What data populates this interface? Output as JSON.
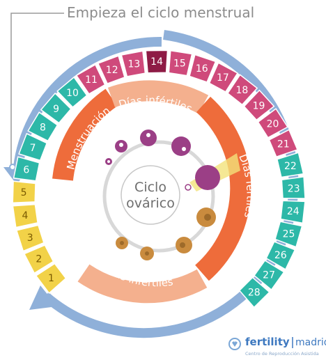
{
  "header": {
    "title": "Empieza el ciclo menstrual"
  },
  "days": [
    "1",
    "2",
    "3",
    "4",
    "5",
    "6",
    "7",
    "8",
    "9",
    "10",
    "11",
    "12",
    "13",
    "14",
    "15",
    "16",
    "17",
    "18",
    "19",
    "20",
    "21",
    "22",
    "23",
    "24",
    "25",
    "26",
    "27",
    "28"
  ],
  "phases": {
    "menstruation": "Menstruación",
    "infertile_top": "Días infértiles",
    "fertile": "Días fértiles",
    "infertile_bottom": "Días infértiles"
  },
  "center": {
    "line1": "Ciclo",
    "line2": "ovárico"
  },
  "brand": {
    "name": "fertility",
    "city": "madrid",
    "tagline": "Centro de Reproducción Asistida"
  },
  "colors": {
    "blue_arrow": "#8fb0d9",
    "menstruation": "#f2d248",
    "infertile": "#2db8a8",
    "fertile": "#cf4a7b",
    "ovulation": "#8e1b45",
    "band_orange": "#ee6c3b",
    "band_peach": "#f4b08e",
    "follicle": "#9b3f86",
    "corpus": "#c98b3e"
  }
}
